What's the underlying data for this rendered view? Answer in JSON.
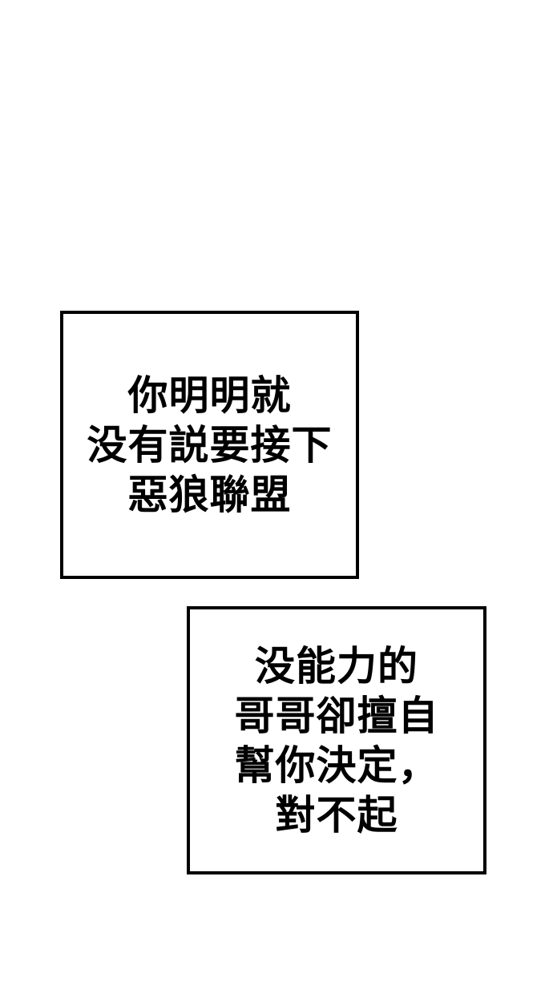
{
  "page": {
    "background_color": "#ffffff",
    "text_color": "#000000",
    "border_color": "#000000"
  },
  "panels": [
    {
      "name": "dialogue-box-1",
      "lines": [
        "你明明就",
        "没有説要接下",
        "惡狼聯盟"
      ]
    },
    {
      "name": "dialogue-box-2",
      "lines": [
        "没能力的",
        "哥哥卻擅自",
        "幫你決定，",
        "對不起"
      ]
    }
  ]
}
